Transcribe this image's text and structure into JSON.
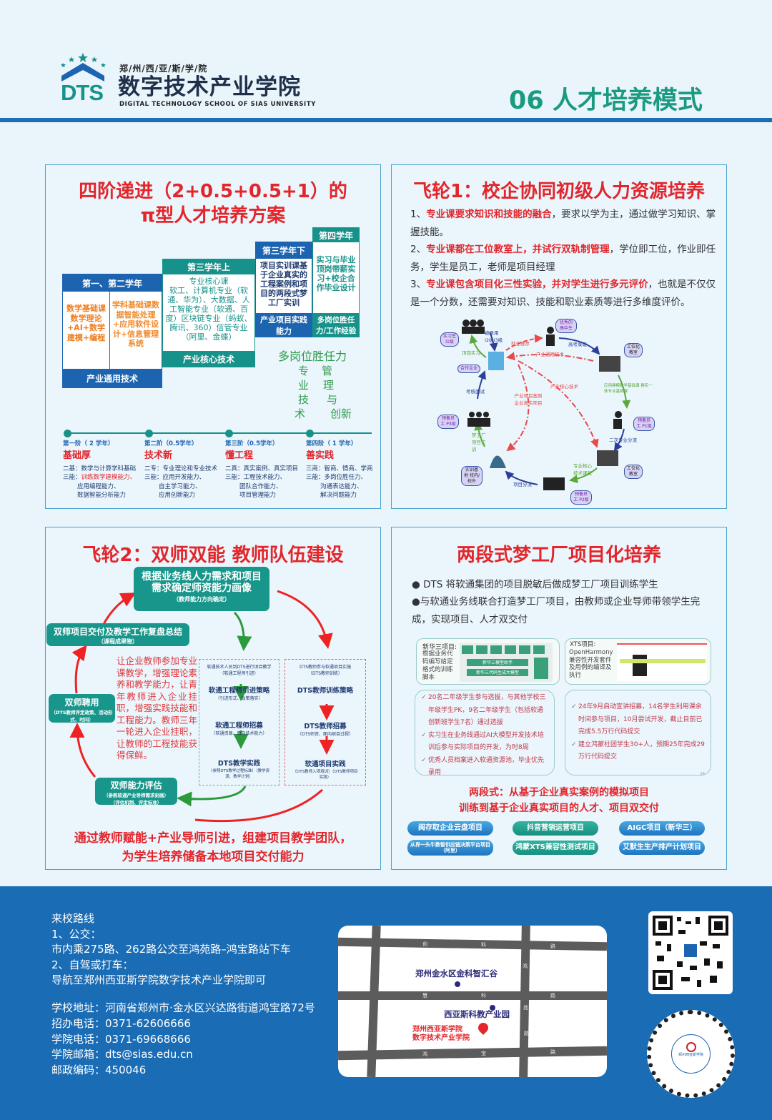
{
  "header": {
    "school_cn_small": "郑/州/西/亚/斯/学/院",
    "school_cn": "数字技术产业学院",
    "school_en": "DIGITAL TECHNOLOGY SCHOOL OF SIAS UNIVERSITY",
    "logo_text": "DTS",
    "section_title": "06 人才培养模式"
  },
  "panel1": {
    "title_l1": "四阶递进（2+0.5+0.5+1）的",
    "title_l2": "π型人才培养方案",
    "y12": {
      "header": "第一、第二学年",
      "col1": "数学基础课数学理论+AI+数学建模+编程",
      "col2": "学科基础课数据智能处理+应用软件设计+信息管理系统",
      "footer": "产业通用技术"
    },
    "y3a": {
      "header": "第三学年上",
      "body_title": "专业核心课",
      "body": "软工、计算机专业（软通、华为）、大数据、人工智能专业（软通、百度）区块链专业（蚂蚁、腾讯、360）信管专业（阿里、金蝶）",
      "footer": "产业核心技术"
    },
    "y3b": {
      "header": "第三学年下",
      "body": "项目实训课基于企业真实的工程案例和项目的两段式梦工厂实训",
      "footer": "产业项目实践能力"
    },
    "y4": {
      "header": "第四学年",
      "body": "实习与毕业顶岗带薪实习+校企合作毕业设计",
      "footer": "多岗位胜任力/工作经验"
    },
    "pi": {
      "title": "多岗位胜任力",
      "left": [
        "专",
        "业",
        "技",
        "术"
      ],
      "right": [
        "管",
        "理",
        "与",
        "创新"
      ]
    },
    "stages": [
      {
        "label": "第一阶（ 2 学年）",
        "name": "基础厚",
        "l1": "二基：数学与计算学科基础",
        "l2a": "三能：",
        "l2b": "训练数学建模能力、",
        "l3": "应用编程能力、",
        "l4": "数据智能分析能力"
      },
      {
        "label": "第二阶（0.5学年）",
        "name": "技术新",
        "l1": "二专：专业理论和专业技术",
        "l2a": "三能：",
        "l2b": "应用开发能力、",
        "l3": "自主学习能力、",
        "l4": "应用创新能力"
      },
      {
        "label": "第三阶（0.5学年）",
        "name": "懂工程",
        "l1": "二真：真实案例、真实项目",
        "l2a": "三能：",
        "l2b": "工程技术能力、",
        "l3": "团队合作能力、",
        "l4": "项目管理能力"
      },
      {
        "label": "第四阶（ 1 学年）",
        "name": "善实践",
        "l1": "三商：智商、情商、学商",
        "l2a": "三能：",
        "l2b": "多岗位胜任力、",
        "l3": "沟通表达能力、",
        "l4": "解决问题能力"
      }
    ]
  },
  "panel2": {
    "title": "飞轮1：校企协同初级人力资源培养",
    "p1_pre": "1、",
    "p1_b": "专业课要求知识和技能的融合",
    "p1_rest": "，要求以学为主，通过做学习知识、掌握技能。",
    "p2_pre": "2、",
    "p2_b": "专业课都在工位教室上，并试行双轨制管理",
    "p2_rest": "，学位即工位，作业即任务，学生是员工，老师是项目经理",
    "p3_pre": "3、",
    "p3_b": "专业课包含项目化三性实验，并对学生进行多元评价",
    "p3_rest": "，也就是不仅仅是一个分数，还需要对知识、技能和职业素质等进行多维度评价。",
    "cycle": {
      "hire": "被录用 I2级I3级",
      "intern_badge": "实习生 I1级",
      "internship": "顶岗实习",
      "partner": "合作企业",
      "employ": "就业推荐",
      "excellent": "优秀的高中生",
      "gaokao": "高考录取",
      "general_tech": "产业通用技术",
      "classroom1": "工位化教室",
      "basic": "应用建模数学基础课 建实一体专业基础课",
      "core_tech": "产业核心技术",
      "case": "产业项目案例 企业真实项目",
      "reserve_p1": "预备员工 P1级",
      "second": "二次专业分流",
      "classroom2": "工位化教室",
      "core_course": "专业核心技术课程",
      "reserve_p2": "预备员工 P2级",
      "split": "项目分流",
      "base": "实训基地 校内/校外",
      "dream": "梦工厂 项目实训",
      "reserve_p3": "预备员工 P3级",
      "exam": "考核面试"
    }
  },
  "panel3": {
    "title": "飞轮2：双师双能  教师队伍建设",
    "top": {
      "l1": "根据业务线人力需求和项目",
      "l2": "需求确定师资能力画像",
      "sub": "（教师能力方向确定）"
    },
    "summary": {
      "title": "双师项目交付及教学工作复盘总结",
      "sub": "（课程成果物）"
    },
    "hire": {
      "title": "双师聘用",
      "sub": "（DTS教师评定政策、活动形式、时间）"
    },
    "eval": {
      "title": "双师能力评估",
      "sub1": "（参照软通产业导师需求刻画）",
      "sub2": "（评估机制、评定标准）"
    },
    "text": "让企业教师参加专业课教学，增强理论素养和教学能力，让青年教师进入企业挂职，增强实践技能和工程能力。教师三年一轮进入企业挂职，让教师的工程技能获得保鲜。",
    "green": {
      "head": "软通技术人员到DTS进行项目教学",
      "head_sub": "（软通工程师引进）",
      "s1": "软通工程师引进策略",
      "s1s": "（引进形式、政策落实）",
      "s2": "软通工程师招募",
      "s2s": "（软通资源、面向技术能力）",
      "s3": "DTS教学实践",
      "s3s": "（参照DTS教学过程标准）（教学资源、教学计划）"
    },
    "red": {
      "head": "DTS教师参与软通项目实施",
      "head_sub": "（DTS教师训练）",
      "s1": "DTS教师训练策略",
      "s2": "DTS教师招募",
      "s2s": "（DTS师资、面向项目过程）",
      "s3": "软通项目实践",
      "s3s": "（DTS教师入项培训）（DTS教师项目实践）"
    },
    "bottom_l1": "通过教师赋能+产业导师引进，组建项目教学团队，",
    "bottom_l2": "为学生培养储备本地项目交付能力"
  },
  "panel4": {
    "title": "两段式梦工厂项目化培养",
    "b1": "● DTS 将软通集团的项目脱敏后做成梦工厂项目训练学生",
    "b2": "●与软通业务线联合打造梦工厂项目，由教师或企业导师带领学生完成，实现项目、人才双交付",
    "xh": {
      "label": "新华三项目:",
      "desc": "根据业务代码编写给定格式的训练脚本",
      "bar1": "新华三模型助手",
      "bar2": "新华三代码生成大模型"
    },
    "xts": {
      "label": "XTS项目:",
      "desc": "OpenHarmony 兼容性开发套件及用例的编译及执行"
    },
    "left_checks": [
      "20名二年级学生参与选拔，与其他学校三年级学生PK，9名二年级学生（包括软通创新班学生7名）通过选拔",
      "实习生在业务线通过AI大模型开发技术培训后参与实际项目的开发，为时8周",
      "优秀人员档案进入软通资源池，毕业优先录用"
    ],
    "right_checks": [
      "24年9月启动宣讲招募，14名学生利用课余时间参与项目，10月尝试开发，截止目前已完成5.5万行代码提交",
      "建立鸿蒙社团学生30+人，预期25年完成29万行代码提交"
    ],
    "slide_no": "24",
    "summary_l1": "两段式：从基于企业真实案例的模拟项目",
    "summary_l2": "训练到基于企业真实项目的人才、项目双交付",
    "projects": [
      "闽存取企业云盘项目",
      "抖音营销运营项目",
      "AIGC项目（新华三）",
      "从界一头牛数智供应链决策平台项目（阿里）",
      "鸿蒙XTS兼容性测试项目",
      "艾默生生产排产计划项目"
    ]
  },
  "footer": {
    "route_title": "来校路线",
    "bus_title": "1、公交：",
    "bus": "市内乘275路、262路公交至鸿苑路–鸿宝路站下车",
    "drive_title": "2、自驾或打车：",
    "drive": "导航至郑州西亚斯学院数字技术产业学院即可",
    "address": "学校地址：河南省郑州市·金水区兴达路街道鸿宝路72号",
    "admission": "招办电话：0371-62606666",
    "office": "学院电话：0371-69668666",
    "email": "学院邮箱：dts@sias.edu.cn",
    "zip": "邮政编码：450046",
    "map": {
      "poi1": "郑州金水区金科智汇谷",
      "poi2": "西亚斯科教产业园",
      "school_l1": "郑州西亚斯学院",
      "school_l2": "数字技术产业学院",
      "road_top": [
        "创",
        "科",
        "路"
      ],
      "road_mid": [
        "慧",
        "科",
        "路"
      ],
      "road_bot": [
        "鸿",
        "宝",
        "路"
      ],
      "road_v": [
        "鸿",
        "苑",
        "路"
      ]
    },
    "miniapp_text": "郑州西亚斯学院"
  },
  "colors": {
    "red": "#e2262b",
    "teal": "#17928a",
    "blue": "#1c63b0",
    "footer": "#1a6cb5"
  }
}
